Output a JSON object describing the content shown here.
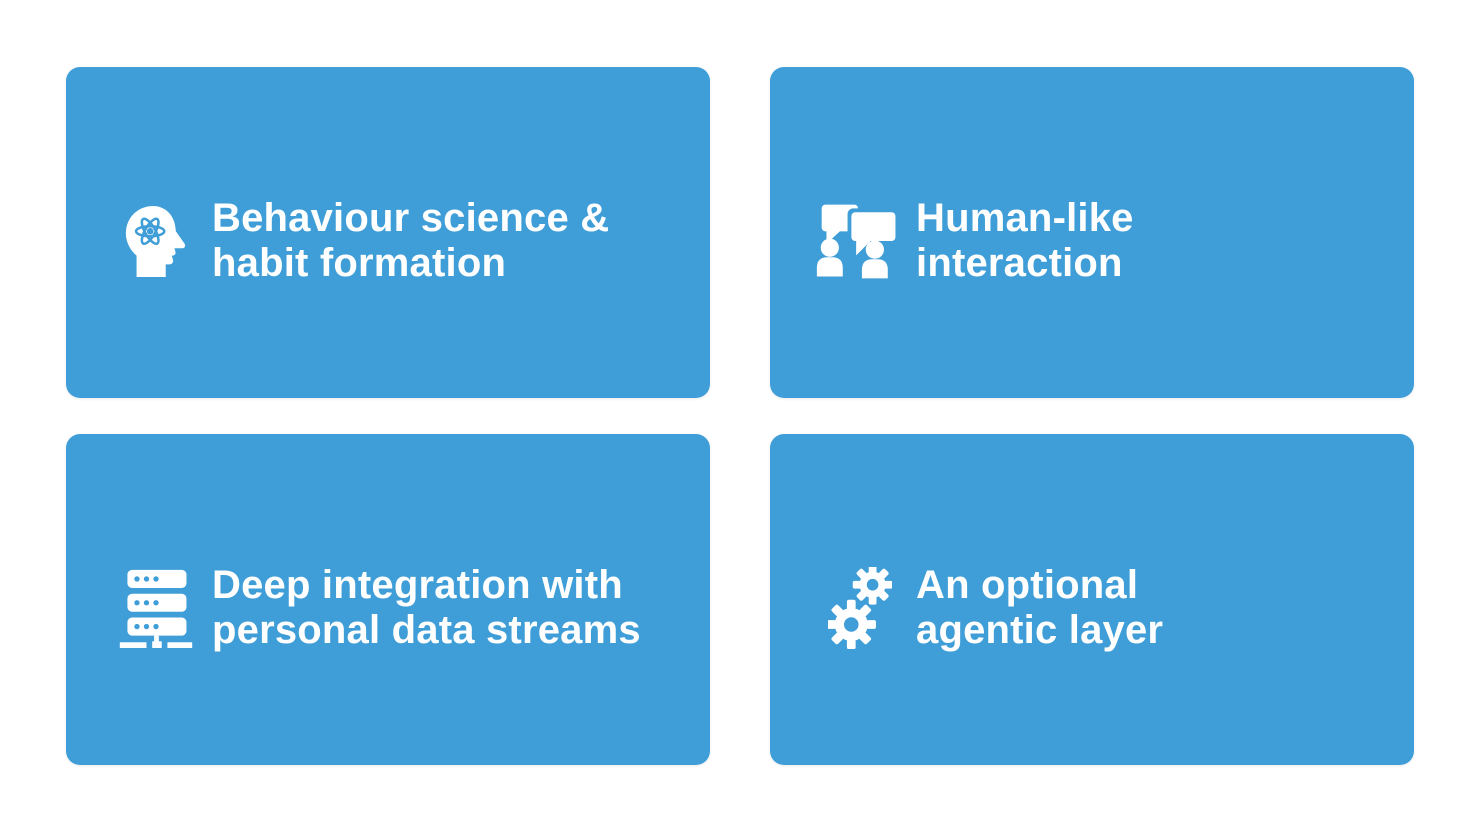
{
  "theme": {
    "card_color": "#3F9ED7",
    "background_color": "#FFFFFF",
    "text_color": "#FFFFFF"
  },
  "cards": [
    {
      "id": "behaviour-science",
      "icon": "head-atom-icon",
      "lines": [
        "Behaviour science &",
        "habit formation"
      ]
    },
    {
      "id": "human-interaction",
      "icon": "conversation-icon",
      "lines": [
        "Human-like",
        "interaction"
      ]
    },
    {
      "id": "data-integration",
      "icon": "server-data-icon",
      "lines": [
        "Deep integration with",
        "personal data streams"
      ]
    },
    {
      "id": "agentic-layer",
      "icon": "gears-icon",
      "lines": [
        "An optional",
        "agentic layer"
      ]
    }
  ]
}
